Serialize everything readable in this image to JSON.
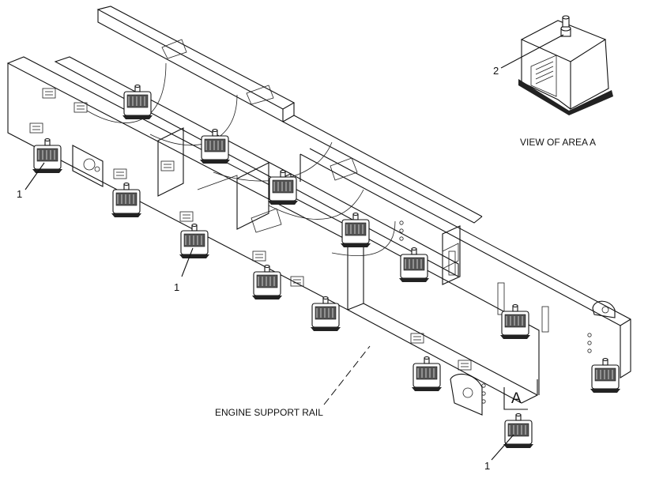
{
  "labels": {
    "view_title": "VIEW OF AREA  A",
    "rail_label": "ENGINE SUPPORT RAIL",
    "area_marker": "A"
  },
  "callouts": [
    {
      "id": "left",
      "text": "1"
    },
    {
      "id": "middle",
      "text": "1"
    },
    {
      "id": "bottom",
      "text": "1"
    },
    {
      "id": "detail",
      "text": "2"
    }
  ]
}
